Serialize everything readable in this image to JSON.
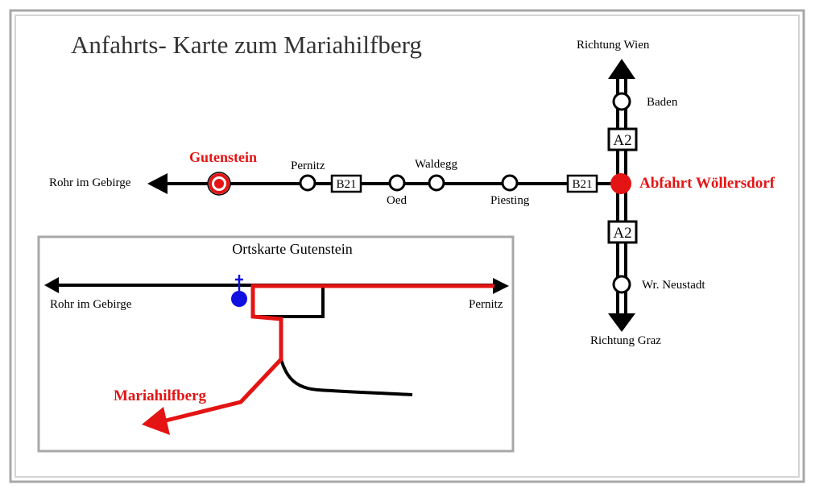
{
  "title": "Anfahrts- Karte zum Mariahilfberg",
  "colors": {
    "road": "#000000",
    "route": "#e41414",
    "church": "#1010e0",
    "frame": "#a8a8a8"
  },
  "main_map": {
    "direction_west": "Rohr im Gebirge",
    "gutenstein": "Gutenstein",
    "pernitz": "Pernitz",
    "road_b21_left": "B21",
    "oed": "Oed",
    "waldegg": "Waldegg",
    "piesting": "Piesting",
    "road_b21_right": "B21",
    "exit": "Abfahrt Wöllersdorf",
    "direction_north": "Richtung Wien",
    "baden": "Baden",
    "motorway_upper": "A2",
    "motorway_lower": "A2",
    "neustadt": "Wr. Neustadt",
    "direction_south": "Richtung Graz"
  },
  "inset": {
    "title": "Ortskarte Gutenstein",
    "west_label": "Rohr im Gebirge",
    "east_label": "Pernitz",
    "destination": "Mariahilfberg",
    "church_icon": "church-cross-icon"
  }
}
